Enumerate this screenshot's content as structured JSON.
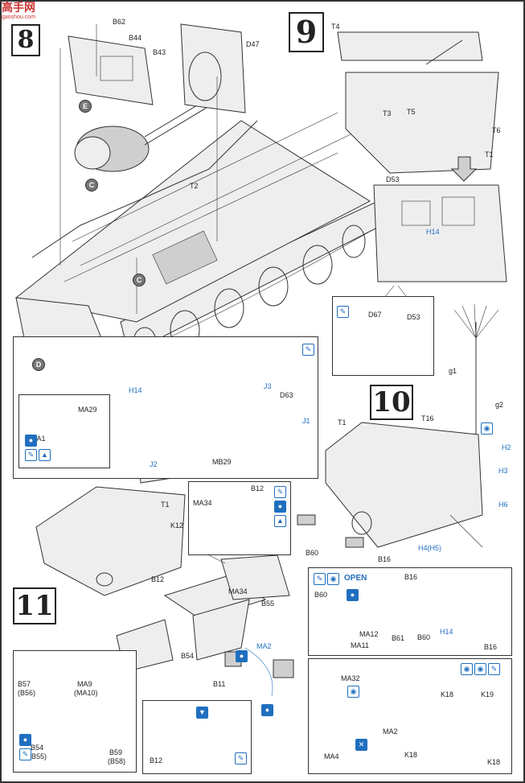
{
  "logo": {
    "text": "高手网",
    "sub": "gaoshou.com"
  },
  "steps": {
    "s8": "8",
    "s9": "9",
    "s10": "10",
    "s11": "11"
  },
  "circles": {
    "e": "E",
    "c1": "C",
    "c2": "C",
    "d": "D"
  },
  "step8": {
    "B62": "B62",
    "B44": "B44",
    "B43": "B43",
    "D47": "D47",
    "T2": "T2",
    "H14": "H14",
    "MA29": "MA29",
    "MA1": "MA1",
    "J3": "J3",
    "D63": "D63",
    "J1": "J1",
    "J2": "J2",
    "MB29": "MB29"
  },
  "step9": {
    "T4": "T4",
    "T3": "T3",
    "T5": "T5",
    "T6": "T6",
    "T1": "T1",
    "D53": "D53",
    "H14": "H14",
    "D67": "D67",
    "D53b": "D53"
  },
  "step10": {
    "g1": "g1",
    "g2": "g2",
    "H2": "H2",
    "H3": "H3",
    "T1": "T1",
    "T16": "T16",
    "H6": "H6",
    "H4H5": "H4(H5)",
    "B60": "B60",
    "B16": "B16",
    "open": "OPEN",
    "B60b": "B60",
    "MA12": "MA12",
    "MA11": "MA11",
    "B16b": "B16",
    "B61": "B61",
    "B60c": "B60",
    "H14": "H14",
    "B16c": "B16"
  },
  "step11": {
    "T1": "T1",
    "K12": "K12",
    "MA34": "MA34",
    "B12": "B12",
    "B12b": "B12",
    "MA34b": "MA34",
    "B55": "B55",
    "B54": "B54",
    "B11": "B11",
    "MA2": "MA2",
    "MA9": "MA9",
    "MA10": "(MA10)",
    "B57": "B57",
    "B56": "(B56)",
    "B54b": "B54",
    "B55b": "(B55)",
    "B59": "B59",
    "B58": "(B58)",
    "B12c": "B12",
    "MA32": "MA32",
    "MA4": "MA4",
    "MA2b": "MA2",
    "K18": "K18",
    "K19": "K19",
    "K18b": "K18",
    "K18c": "K18"
  }
}
